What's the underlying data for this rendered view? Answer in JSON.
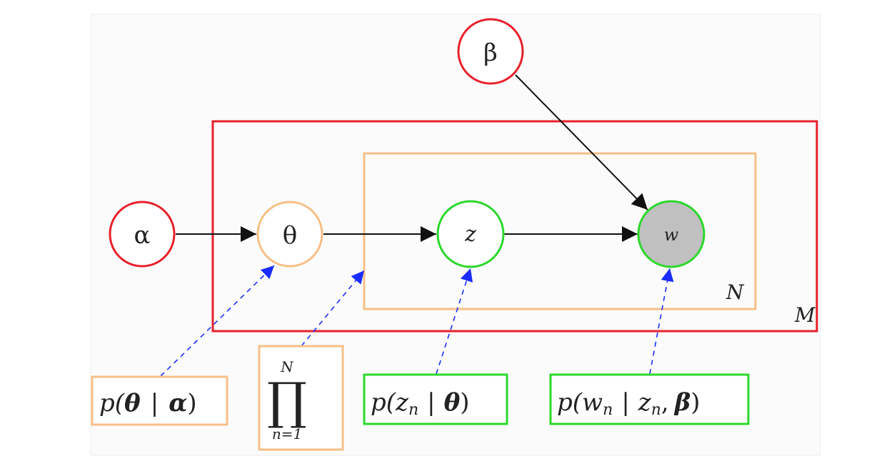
{
  "colors": {
    "red": "#e8202a",
    "orange": "#f7bf86",
    "green": "#2bd82b",
    "blue": "#1a2cff",
    "black": "#111111",
    "observed_fill": "#c0c0c0"
  },
  "nodes": {
    "alpha": "α",
    "theta": "θ",
    "beta": "β",
    "z": "z",
    "w": "w"
  },
  "plates": {
    "outer_label": "M",
    "inner_label": "N"
  },
  "formulas": {
    "p_theta": {
      "p": "p(",
      "var": "θ",
      "bar": "|",
      "cond": "α",
      "close": ")"
    },
    "product": {
      "upper": "N",
      "symbol": "∏",
      "lower": "n=1"
    },
    "p_z": {
      "p": "p(",
      "var": "z",
      "sub": "n",
      "bar": "|",
      "cond": "θ",
      "close": ")"
    },
    "p_w": {
      "p": "p(",
      "var": "w",
      "sub": "n",
      "bar": "|",
      "cond1": "z",
      "cond1_sub": "n",
      "comma": ",",
      "cond2": "β",
      "close": ")"
    }
  }
}
